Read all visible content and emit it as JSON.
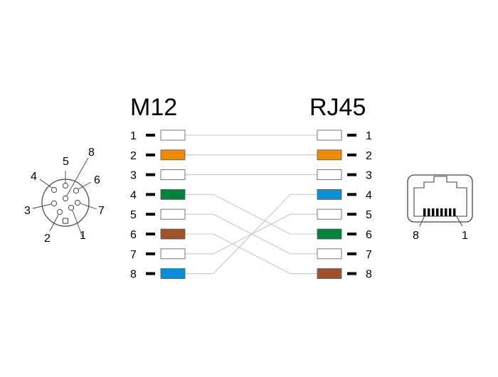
{
  "titles": {
    "left": "M12",
    "right": "RJ45"
  },
  "colors": {
    "white": "#ffffff",
    "orange": "#f08a00",
    "green": "#00843d",
    "blue": "#0a8fd6",
    "brown": "#a0522d",
    "wire": "#c8c8c8",
    "stroke": "#555555"
  },
  "left_pins": [
    {
      "num": "1",
      "color": "white"
    },
    {
      "num": "2",
      "color": "orange"
    },
    {
      "num": "3",
      "color": "white"
    },
    {
      "num": "4",
      "color": "green"
    },
    {
      "num": "5",
      "color": "white"
    },
    {
      "num": "6",
      "color": "brown"
    },
    {
      "num": "7",
      "color": "white"
    },
    {
      "num": "8",
      "color": "blue"
    }
  ],
  "right_pins": [
    {
      "num": "1",
      "color": "white"
    },
    {
      "num": "2",
      "color": "orange"
    },
    {
      "num": "3",
      "color": "white"
    },
    {
      "num": "4",
      "color": "blue"
    },
    {
      "num": "5",
      "color": "white"
    },
    {
      "num": "6",
      "color": "green"
    },
    {
      "num": "7",
      "color": "white"
    },
    {
      "num": "8",
      "color": "brown"
    }
  ],
  "wiring": [
    {
      "from": "1",
      "to": "1"
    },
    {
      "from": "2",
      "to": "2"
    },
    {
      "from": "3",
      "to": "3"
    },
    {
      "from": "4",
      "to": "6"
    },
    {
      "from": "5",
      "to": "7"
    },
    {
      "from": "6",
      "to": "8"
    },
    {
      "from": "7",
      "to": "5"
    },
    {
      "from": "8",
      "to": "4"
    }
  ],
  "m12_connector": {
    "labels": [
      "1",
      "2",
      "3",
      "4",
      "5",
      "6",
      "7",
      "8"
    ]
  },
  "rj45_socket": {
    "labels": [
      "8",
      "1"
    ]
  }
}
